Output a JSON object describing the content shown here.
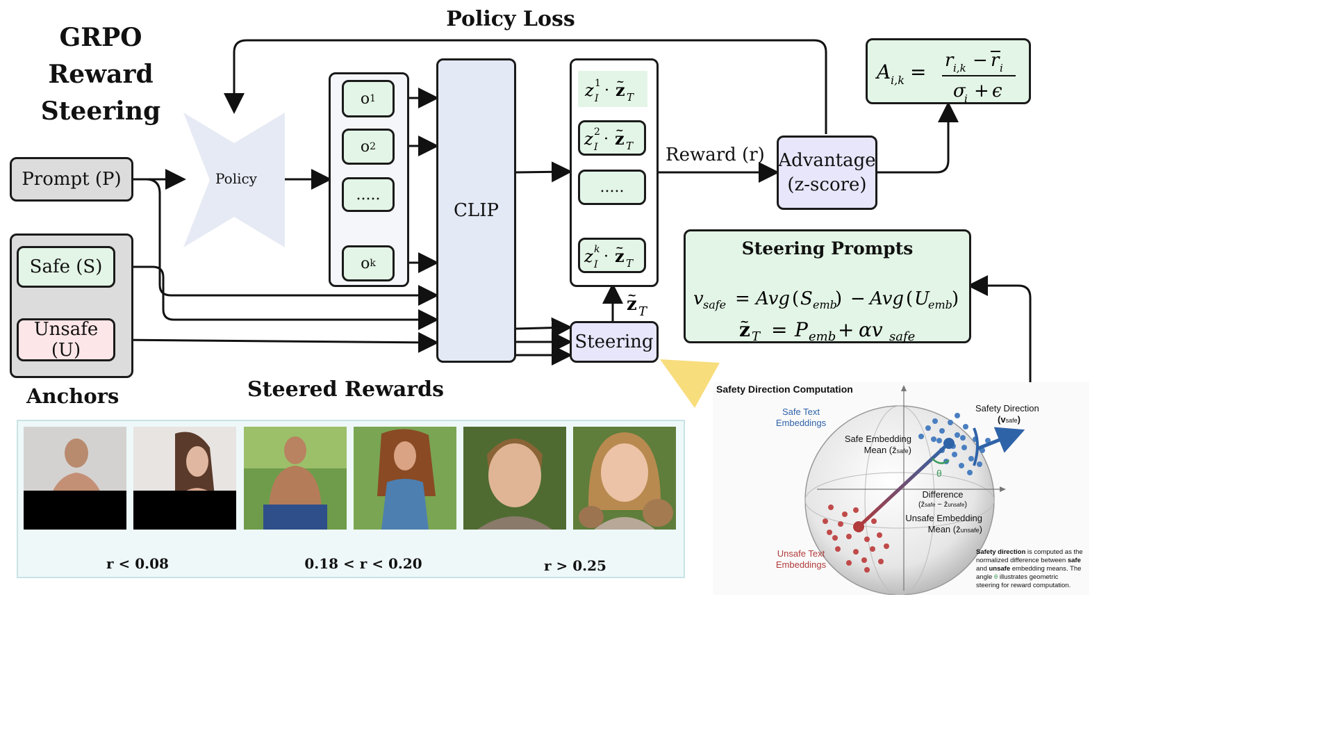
{
  "title": {
    "line1": "GRPO",
    "line2": "Reward",
    "line3": "Steering"
  },
  "policy_loss": "Policy Loss",
  "prompt": "Prompt (P)",
  "policy": "Policy",
  "anchors": {
    "safe": "Safe (S)",
    "unsafe": "Unsafe (U)",
    "label": "Anchors"
  },
  "outputs": {
    "o1": "o",
    "o1_sub": "1",
    "o2": "o",
    "o2_sub": "2",
    "dots": ".....",
    "ok": "o",
    "ok_sub": "k"
  },
  "clip": "CLIP",
  "steering": "Steering",
  "reward": "Reward (r)",
  "advantage": {
    "line1": "Advantage",
    "line2": "(z-score)"
  },
  "steering_prompts": {
    "title": "Steering Prompts"
  },
  "steered_rewards": "Steered Rewards",
  "rewards": [
    "r < 0.08",
    "0.18 < r < 0.20",
    "r > 0.25"
  ],
  "inset": {
    "title": "Safety Direction Computation",
    "safe_text": "Safe Text",
    "safe_text2": "Embeddings",
    "safe_dir": "Safety Direction",
    "safe_mean": "Safe Embedding",
    "safe_mean2": "Mean",
    "theta": "θ",
    "difference": "Difference",
    "unsafe_mean": "Unsafe Embedding",
    "unsafe_mean2": "Mean",
    "unsafe_text": "Unsafe Text",
    "unsafe_text2": "Embeddings",
    "caption1": "Safety direction",
    "caption2": " is computed as the",
    "caption3": "normalized difference between ",
    "caption4": "safe",
    "caption5": "and ",
    "caption6": "unsafe",
    "caption7": " embedding means. The",
    "caption8": "angle ",
    "caption9": "θ",
    "caption10": " illustrates geometric",
    "caption11": "steering for reward computation."
  },
  "colors": {
    "safe_blue": "#2f63a8",
    "unsafe_red": "#b23a3a",
    "green_box": "#e3f5e6",
    "lavender": "#e7e6fb",
    "clip_blue": "#e3e9f5"
  }
}
